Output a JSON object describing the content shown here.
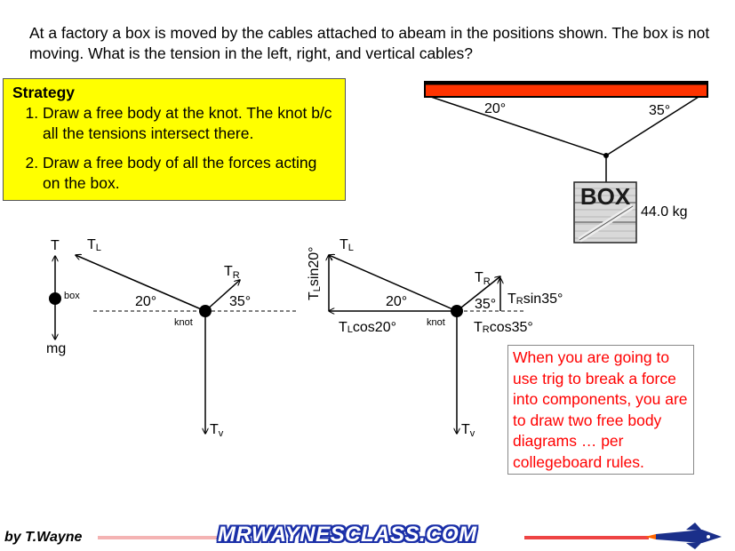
{
  "question": "At a factory a box is moved by the cables attached to abeam in the positions shown. The box is not moving. What is the tension in the left, right, and vertical cables?",
  "strategy": {
    "title": "Strategy",
    "steps": [
      "Draw a free body at the knot. The knot b/c all the tensions intersect there.",
      "Draw a free body of all the forces acting on the box."
    ]
  },
  "scene": {
    "left_angle": "20°",
    "right_angle": "35°",
    "box_label": "BOX",
    "mass": "44.0 kg"
  },
  "fbd_box": {
    "tension": "T",
    "weight": "mg",
    "dot_label": "box"
  },
  "fbd_knot": {
    "tl": "T",
    "tl_sub": "L",
    "tr": "T",
    "tr_sub": "R",
    "tv": "T",
    "tv_sub": "v",
    "angle_left": "20°",
    "angle_right": "35°",
    "knot": "knot"
  },
  "fbd_comp": {
    "tl": "T",
    "tl_sub": "L",
    "tr": "T",
    "tr_sub": "R",
    "tv": "T",
    "tv_sub": "v",
    "angle_left": "20°",
    "angle_right": "35°",
    "knot": "knot",
    "tl_sin_sub": "L",
    "tl_sin": "sin20°",
    "tl_cos_sub": "L",
    "tl_cos": "cos20°",
    "tr_sin_sub": "R",
    "tr_sin": "sin35°",
    "tr_cos_sub": "R",
    "tr_cos": "cos35°"
  },
  "note": "When you are going to use trig to break a force into components, you are to draw two free body diagrams … per collegeboard rules.",
  "footer": {
    "author": "by T.Wayne",
    "site": "MRWAYNESCLASS.COM"
  },
  "colors": {
    "strategy_bg": "#ffff00",
    "beam": "#ff3300",
    "note_text": "#ff0000",
    "site_outline": "#1a2fa8"
  }
}
